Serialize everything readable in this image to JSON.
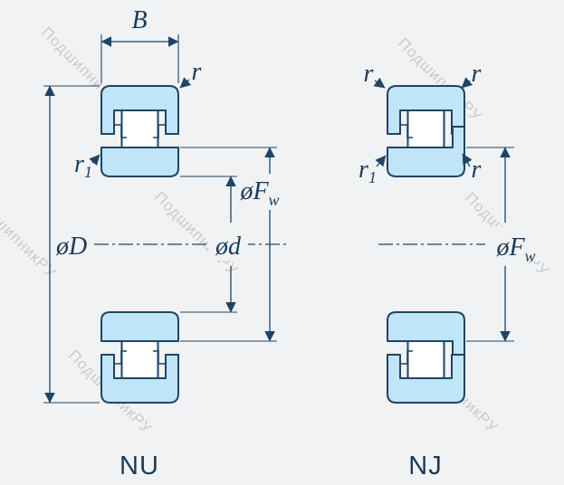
{
  "colors": {
    "outline": "#1d4568",
    "ringfill": "#c0e5f6",
    "rollerfill": "#ffffff",
    "background": "#f1f2f3",
    "watermark": "#c7c7c7",
    "label": "#1b3a5c"
  },
  "watermark": {
    "text": "ПодшипникРУ"
  },
  "views": {
    "nu": {
      "caption": "NU",
      "labels": {
        "width": "B",
        "outer_corner_radius": "r",
        "inner_corner_radius_base": "r",
        "inner_corner_radius_sub": "1",
        "outer_diameter": "øD",
        "bore_diameter": "ød",
        "raceway_diameter_base": "øF",
        "raceway_diameter_sub": "w"
      }
    },
    "nj": {
      "caption": "NJ",
      "labels": {
        "outer_corner_radius_left": "r",
        "outer_corner_radius_right": "r",
        "inner_corner_radius_base": "r",
        "inner_corner_radius_sub": "1",
        "flange_corner_radius": "r",
        "raceway_diameter_base": "øF",
        "raceway_diameter_sub": "w"
      }
    }
  }
}
